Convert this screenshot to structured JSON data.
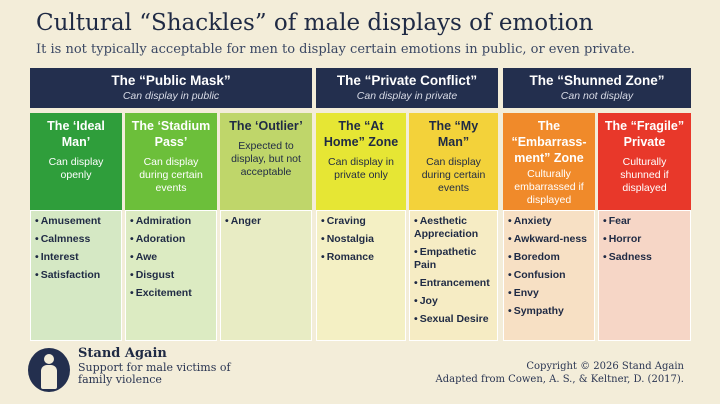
{
  "header": {
    "title": "Cultural “Shackles” of male displays of emotion",
    "subtitle": "It is not typically acceptable for men to display certain emotions in public, or even private."
  },
  "groups": [
    {
      "title": "The “Public Mask”",
      "subtitle": "Can display in public",
      "color": "#232f4e"
    },
    {
      "title": "The “Private Conflict”",
      "subtitle": "Can display in private",
      "color": "#232f4e"
    },
    {
      "title": "The “Shunned Zone”",
      "subtitle": "Can not display",
      "color": "#232f4e"
    }
  ],
  "columns": [
    {
      "title": "The ‘Ideal Man’",
      "desc": "Can display openly",
      "head_color": "#2f9e3b",
      "body_color": "#d5e8c4",
      "items": [
        "Amusement",
        "Calmness",
        "Interest",
        "Satisfaction"
      ]
    },
    {
      "title": "The ‘Stadium Pass’",
      "desc": "Can display during certain events",
      "head_color": "#6cbf3a",
      "body_color": "#dcebc2",
      "items": [
        "Admiration",
        "Adoration",
        "Awe",
        "Disgust",
        "Excitement"
      ]
    },
    {
      "title": "The ‘Outlier’",
      "desc": "Expected to display, but not acceptable",
      "head_color": "#bfd66a",
      "body_color": "#e8ecc4",
      "items": [
        "Anger"
      ]
    },
    {
      "title": "The “At Home” Zone",
      "desc": "Can display in private only",
      "head_color": "#e6e634",
      "body_color": "#f4f0c4",
      "items": [
        "Craving",
        "Nostalgia",
        "Romance"
      ]
    },
    {
      "title": "The “My Man”",
      "desc": "Can display during certain events",
      "head_color": "#f3d23a",
      "body_color": "#f6ecc4",
      "items": [
        "Aesthetic Appreciation",
        "Empathetic Pain",
        "Entrancement",
        "Joy",
        "Sexual Desire"
      ]
    },
    {
      "title": "The “Embarrass-ment” Zone",
      "desc": "Culturally embarrassed if displayed",
      "head_color": "#f08a2a",
      "body_color": "#f7e0c4",
      "items": [
        "Anxiety",
        "Awkward-ness",
        "Boredom",
        "Confusion",
        "Envy",
        "Sympathy"
      ]
    },
    {
      "title": "The “Fragile” Private",
      "desc": "Culturally shunned if displayed",
      "head_color": "#e8382a",
      "body_color": "#f6d6c6",
      "items": [
        "Fear",
        "Horror",
        "Sadness"
      ]
    }
  ],
  "footer": {
    "org": "Stand Again",
    "tagline": "Support for male victims of family violence",
    "copyright": "Copyright © 2026 Stand Again",
    "source": "Adapted from Cowen, A. S., & Keltner, D. (2017)."
  }
}
